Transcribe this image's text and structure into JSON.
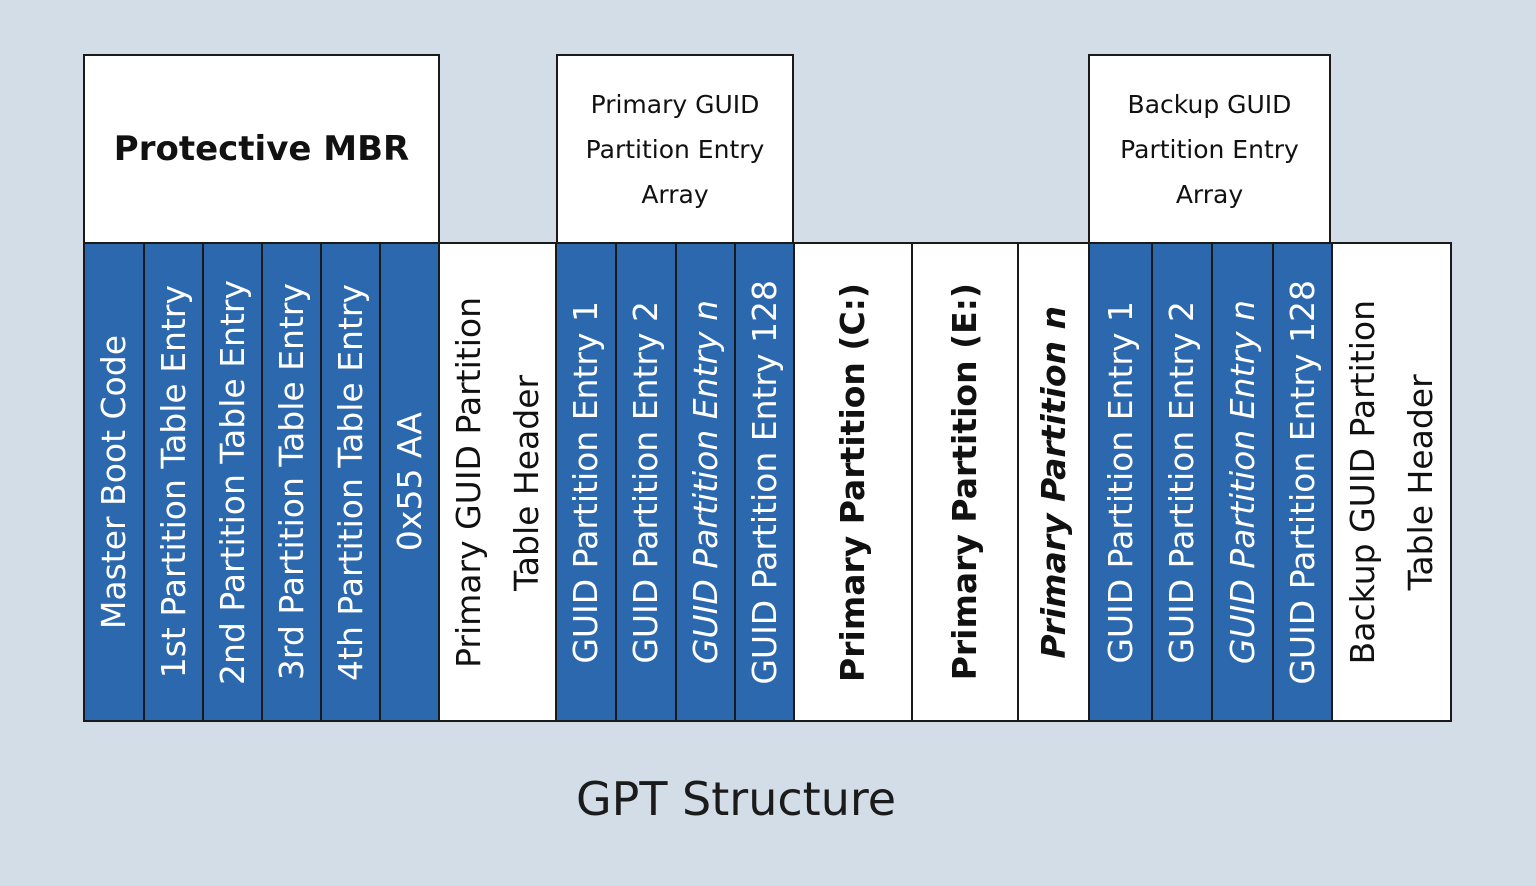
{
  "groups": {
    "protective_mbr": "Protective MBR",
    "primary_array": "Primary GUID\nPartition Entry\nArray",
    "backup_array": "Backup GUID\nPartition Entry\nArray"
  },
  "cells": [
    {
      "label": "Master Boot Code",
      "style": "blue",
      "width": 60
    },
    {
      "label": "1st Partition Table Entry",
      "style": "blue",
      "width": 59
    },
    {
      "label": "2nd Partition Table Entry",
      "style": "blue",
      "width": 59
    },
    {
      "label": "3rd Partition Table Entry",
      "style": "blue",
      "width": 59
    },
    {
      "label": "4th Partition Table Entry",
      "style": "blue",
      "width": 59
    },
    {
      "label": "0x55 AA",
      "style": "blue",
      "width": 59
    },
    {
      "label": "Primary GUID Partition\nTable Header",
      "style": "white",
      "width": 117,
      "two_line": true
    },
    {
      "label": "GUID Partition Entry 1",
      "style": "blue",
      "width": 60
    },
    {
      "label": "GUID Partition Entry 2",
      "style": "blue",
      "width": 60
    },
    {
      "label": "GUID Partition Entry n",
      "style": "blue",
      "width": 59,
      "italic": true
    },
    {
      "label": "GUID Partition Entry 128",
      "style": "blue",
      "width": 59
    },
    {
      "label": "Primary Partition (C:)",
      "style": "white",
      "width": 118,
      "bold": true
    },
    {
      "label": "Primary Partition (E:)",
      "style": "white",
      "width": 106,
      "bold": true
    },
    {
      "label": "Primary Partition n",
      "style": "white",
      "width": 71,
      "bold": true,
      "italic": true
    },
    {
      "label": "GUID Partition Entry 1",
      "style": "blue",
      "width": 63
    },
    {
      "label": "GUID Partition Entry 2",
      "style": "blue",
      "width": 60
    },
    {
      "label": "GUID Partition Entry n",
      "style": "blue",
      "width": 61,
      "italic": true
    },
    {
      "label": "GUID Partition Entry 128",
      "style": "blue",
      "width": 59
    },
    {
      "label": "Backup GUID Partition\nTable Header",
      "style": "white",
      "width": 119,
      "two_line": true
    }
  ],
  "caption": "GPT Structure",
  "colors": {
    "background": "#d2dde8",
    "blue_cell": "#2c68ad",
    "white_cell": "#ffffff",
    "border": "#1a1a1a"
  }
}
